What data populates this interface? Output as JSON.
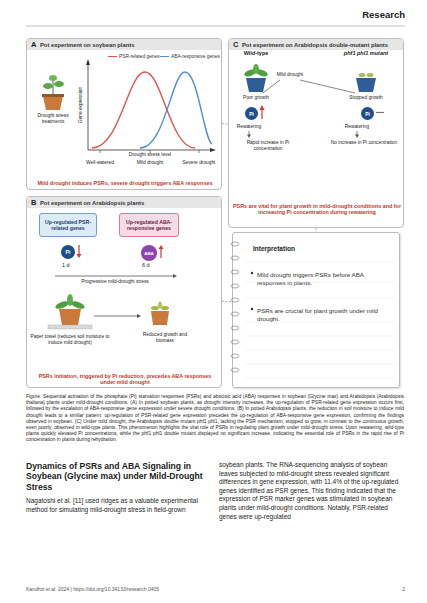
{
  "diagram": {
    "caption": "Figure. Sequential activation of the phosphate (Pi) starvation responses (PSRs) and abscisic acid (ABA) responses in soybean (Glycine max) and Arabidopsis (Arabidopsis thaliana) plants under mild-drought conditions. (A) In potted soybean plants, as drought intensity increases, the up-regulation of PSR-related gene expression occurs first, followed by the escalation of ABA-responsive gene expression under severe drought conditions. (B) In potted Arabidopsis plants, the reduction in soil moisture to induce mild drought leads to a similar pattern: up-regulation of PSR-related gene expression precedes the up-regulation of ABA-responsive gene expression, confirming the findings observed in soybean. (C) Under mild drought, the Arabidopsis double mutant phf1 phl1, lacking the PSR mechanism, stopped to grow, in contrast to the continuous growth, even poorly, observed in wild-type plants. This phenomenon highlights the vital role of PSRs in regulating plant growth under mild-drought stress. Upon rewatering, wild-type plants quickly elevated Pi concentrations, while the phf1 phl1 double mutant displayed no significant increase, indicating the essential role of PSRs in the rapid rise of Pi concentration in plants during rehydration.",
    "nodes": [
      {
        "text": [
          "A",
          "Pot experiment on soybean plants",
          "Mild drought induces PSRs, severe drought triggers ABA responses"
        ]
      },
      {
        "text": [
          "B",
          "Pot experiment on Arabidopsis plants",
          "PSRs initiation, triggered by Pi reduction, precedes ABA responses under mild drought"
        ]
      },
      {
        "text": [
          "Up-regulated PSR-related genes"
        ],
        "in": 1
      },
      {
        "text": [
          "Up-regulated ABA-responsive genes"
        ],
        "in": 1
      },
      {
        "text": [
          "Pi"
        ],
        "in": 1
      },
      {
        "text": [
          "ABA"
        ],
        "in": 1
      },
      {
        "text": [
          "C",
          "Pot experiment on Arabidopsis double-mutant plants",
          "PSRs are vital for plant growth in mild-drought conditions and for increasing Pi concentration during rewatering"
        ]
      },
      {
        "text": [
          "Pi"
        ],
        "in": 6
      },
      {
        "text": [
          "Pi"
        ],
        "in": 6
      },
      {
        "text": [
          "Interpretation",
          "Mild drought triggers PSRs before ABA responses in plants.",
          "PSRs are crucial for plant growth under mild drought."
        ]
      }
    ],
    "edges": [
      {
        "from": 0,
        "to": 6,
        "arrow": "none"
      },
      {
        "from": 6,
        "to": 9,
        "arrow": "none"
      },
      {
        "from": 1,
        "to": 9,
        "arrow": "none"
      }
    ],
    "labels": [
      "Research",
      "Drought stress treatments",
      "Gene expression",
      "Well-watered",
      "Mild drought",
      "Severe drought",
      "Drought stress level",
      "1 d",
      "6 d",
      "Progressive mild-drought stress",
      "Paper towel (reduces soil moisture to induce mild drought)",
      "Reduced growth and biomass",
      "Wild-type",
      "phf1 phl1 mutant",
      "Mild drought",
      "Poor growth",
      "Stopped growth",
      "Rewatering",
      "Rewatering",
      "Rapid increase in Pi concentration",
      "No increase in Pi concentration",
      "Dynamics of PSRs and ABA Signaling in Soybean (Glycine max) under Mild-Drought Stress",
      "Nagatoshi et al. [11] used ridges as a valuable experimental method for simulating mild-drought stress in field-grown",
      "soybean plants. The RNA-sequencing analysis of soybean leaves subjected to mild-drought stress revealed significant differences in gene expression, with 11.4% of the up-regulated genes identified as PSR genes. This finding indicated that the expression of PSR marker genes was stimulated in soybean plants under mild-drought conditions. Notably, PSR-related genes were up-regulated",
      "Kandhol et al. 2024 | https://doi.org/10.34133/research.0405",
      "2"
    ],
    "legend": [
      {
        "text": "PSR-related genes"
      },
      {
        "text": "ABA-responsive genes"
      }
    ]
  }
}
